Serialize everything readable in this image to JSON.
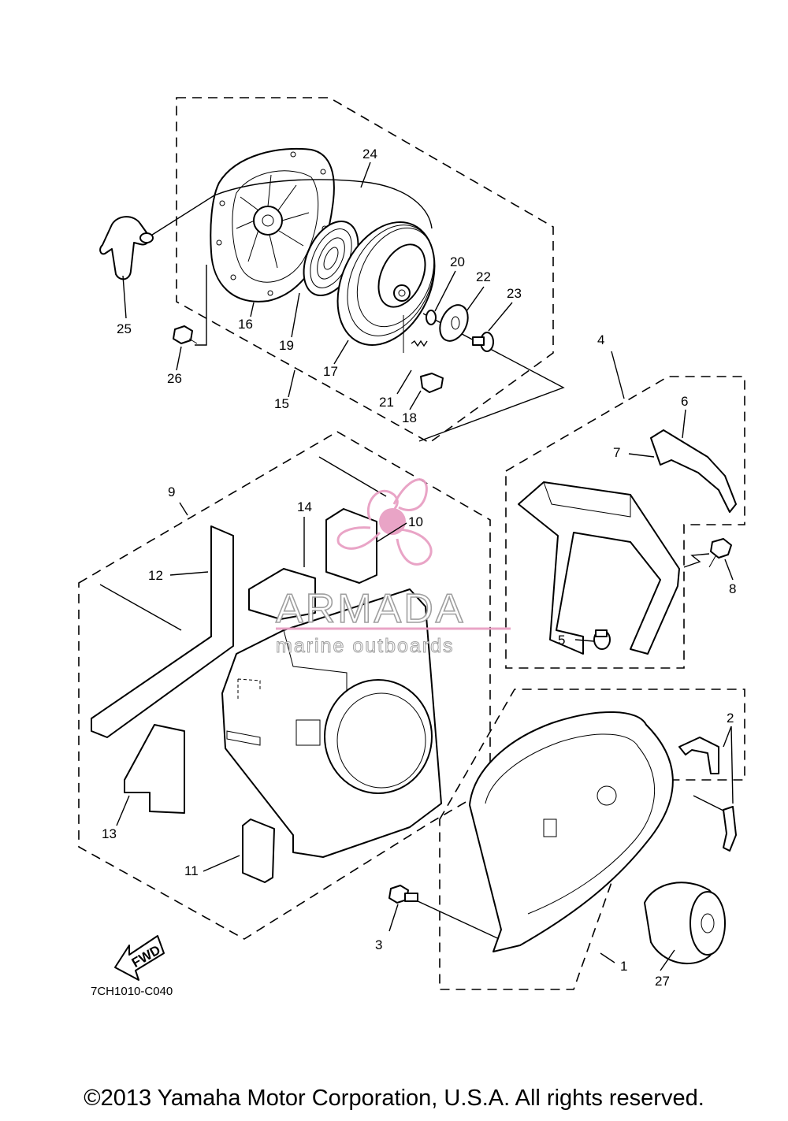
{
  "diagram": {
    "code": "7CH1010-C040",
    "direction_label": "FWD",
    "callouts": [
      {
        "id": "c1",
        "text": "1"
      },
      {
        "id": "c2",
        "text": "2"
      },
      {
        "id": "c3",
        "text": "3"
      },
      {
        "id": "c4",
        "text": "4"
      },
      {
        "id": "c5",
        "text": "5"
      },
      {
        "id": "c6",
        "text": "6"
      },
      {
        "id": "c7",
        "text": "7"
      },
      {
        "id": "c8",
        "text": "8"
      },
      {
        "id": "c9",
        "text": "9"
      },
      {
        "id": "c10",
        "text": "10"
      },
      {
        "id": "c11",
        "text": "11"
      },
      {
        "id": "c12",
        "text": "12"
      },
      {
        "id": "c13",
        "text": "13"
      },
      {
        "id": "c14",
        "text": "14"
      },
      {
        "id": "c15",
        "text": "15"
      },
      {
        "id": "c16",
        "text": "16"
      },
      {
        "id": "c17",
        "text": "17"
      },
      {
        "id": "c18",
        "text": "18"
      },
      {
        "id": "c19",
        "text": "19"
      },
      {
        "id": "c20",
        "text": "20"
      },
      {
        "id": "c21",
        "text": "21"
      },
      {
        "id": "c22",
        "text": "22"
      },
      {
        "id": "c23",
        "text": "23"
      },
      {
        "id": "c24",
        "text": "24"
      },
      {
        "id": "c25",
        "text": "25"
      },
      {
        "id": "c26",
        "text": "26"
      },
      {
        "id": "c27",
        "text": "27"
      }
    ]
  },
  "watermark": {
    "brand": "ARMADA",
    "tagline": "marine outboards",
    "brand_color": "#e8a0c4"
  },
  "footer": {
    "copyright": "©2013 Yamaha Motor Corporation, U.S.A. All rights reserved."
  }
}
